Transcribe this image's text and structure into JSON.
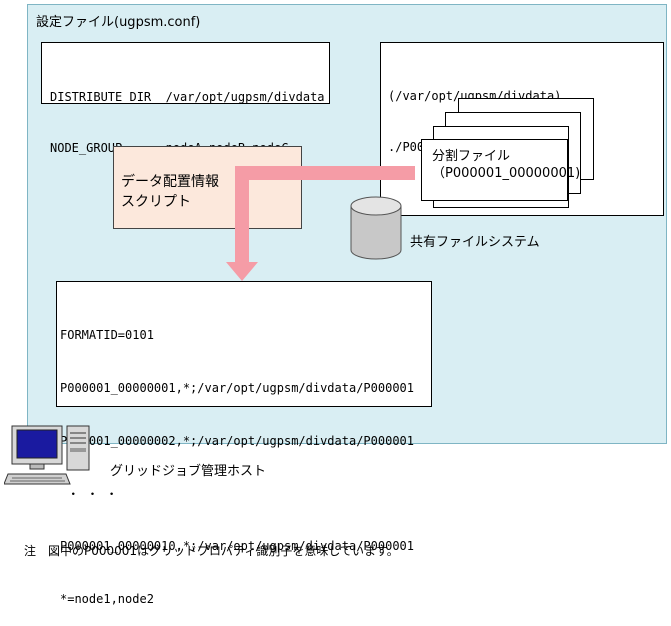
{
  "panel": {
    "title": "設定ファイル(ugpsm.conf)"
  },
  "conf_file": {
    "lines": [
      "DISTRIBUTE_DIR  /var/opt/ugpsm/divdata",
      "NODE_GROUP      nodeA,nodeB,nodeC"
    ]
  },
  "shared_fs": {
    "path_lines": [
      "(/var/opt/ugpsm/divdata)",
      "./P000001/IN"
    ],
    "file_label": "分割ファイル",
    "file_name": "（P000001_00000001)",
    "label": "共有ファイルシステム"
  },
  "script": {
    "label": "データ配置情報\nスクリプト"
  },
  "format_file": {
    "lines": [
      "FORMATID=0101",
      "P000001_00000001,*;/var/opt/ugpsm/divdata/P000001",
      "P000001_00000002,*;/var/opt/ugpsm/divdata/P000001",
      " ・ ・ ・",
      "P000001_00000010,*;/var/opt/ugpsm/divdata/P000001",
      "*=node1,node2"
    ]
  },
  "host": {
    "label": "グリッドジョブ管理ホスト"
  },
  "note": {
    "text": "注　図中のP000001はグリッドプロパティ識別子を意味しています。"
  },
  "colors": {
    "panel_bg": "#d9eef3",
    "panel_border": "#7fb5c4",
    "script_bg": "#fce8dc",
    "arrow": "#f59ca6",
    "cylinder": "#c8c8c8",
    "monitor_screen": "#1a1aa0"
  },
  "icons": [
    "computer-icon",
    "disk-cylinder-icon"
  ]
}
